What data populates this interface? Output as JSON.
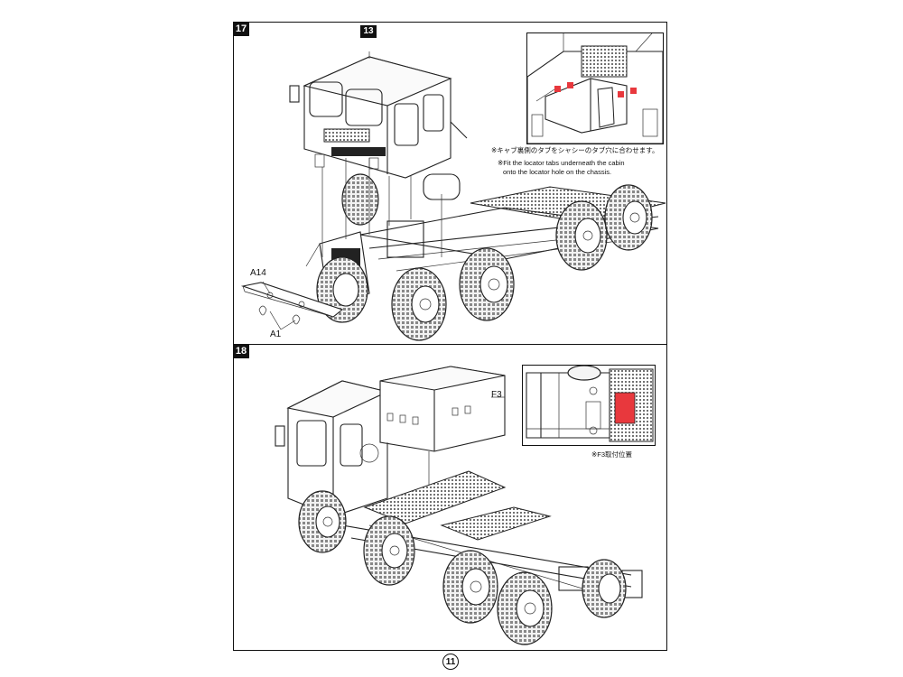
{
  "steps": [
    {
      "number": "17",
      "parts": {
        "cab": "13",
        "bumper": "A14",
        "step_parts": "A1"
      },
      "note_jp": "※キャブ裏側のタブをシャシーのタブ穴に合わせます。",
      "note_en_line1": "※Fit the locator tabs underneath the cabin",
      "note_en_line2": "onto the locator hole on the chassis."
    },
    {
      "number": "18",
      "parts": {
        "box": "F3"
      },
      "note_jp": "※F3取付位置"
    }
  ],
  "colors": {
    "highlight": "#e8383d",
    "line": "#222222"
  },
  "page_number": "11"
}
